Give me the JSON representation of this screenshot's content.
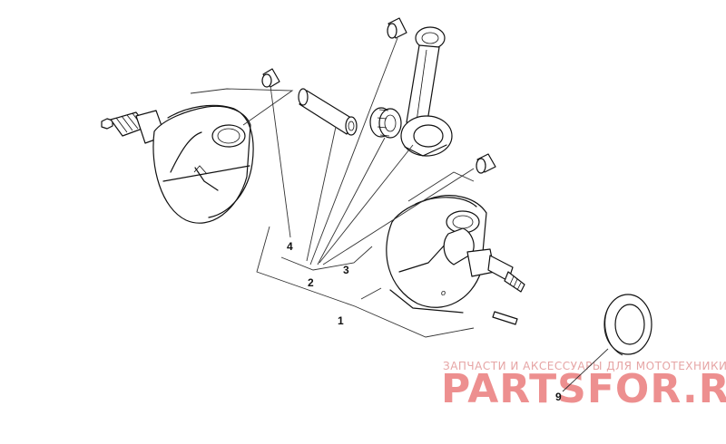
{
  "diagram": {
    "callouts": {
      "c1": "1",
      "c2": "2",
      "c3": "3",
      "c4": "4",
      "c9": "9"
    },
    "stamp_o": "o"
  },
  "watermark": {
    "tagline": "ЗАПЧАСТИ И АКСЕССУАРЫ ДЛЯ МОТОТЕХНИКИ",
    "brand": "PARTSFOR.RU",
    "color": "#ed8f8f"
  }
}
